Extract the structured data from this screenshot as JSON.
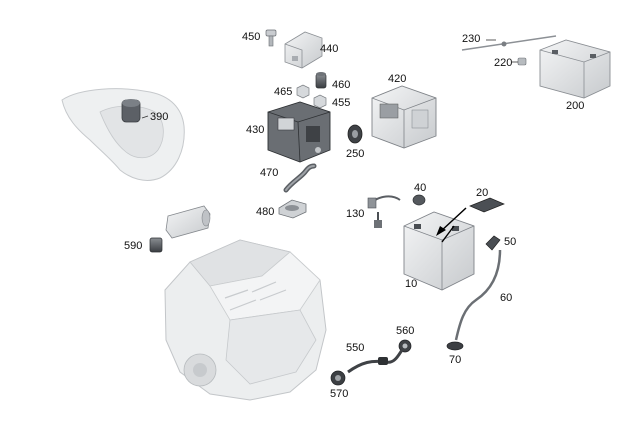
{
  "diagram": {
    "labels": {
      "p10": "10",
      "p20": "20",
      "p40": "40",
      "p50": "50",
      "p60": "60",
      "p70": "70",
      "p130": "130",
      "p200": "200",
      "p220": "220",
      "p230": "230",
      "p250": "250",
      "p390": "390",
      "p420": "420",
      "p430": "430",
      "p440": "440",
      "p450": "450",
      "p455": "455",
      "p460": "460",
      "p465": "465",
      "p470": "470",
      "p480": "480",
      "p550": "550",
      "p560": "560",
      "p570": "570",
      "p590": "590"
    },
    "colors": {
      "part_fill": "#e4e6e8",
      "part_shade": "#b9bdc2",
      "part_dark": "#55595e",
      "ghost_fill": "#f1f2f3",
      "ghost_stroke": "#c9cccf",
      "accent": "#000000"
    }
  }
}
